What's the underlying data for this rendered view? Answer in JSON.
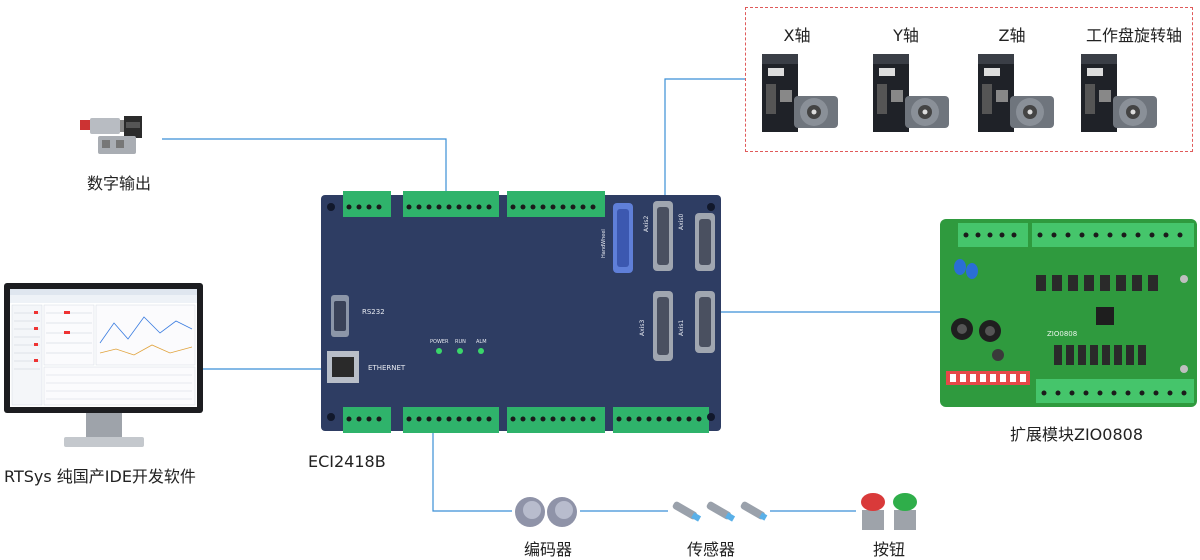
{
  "axes_group": {
    "x_label": "X轴",
    "y_label": "Y轴",
    "z_label": "Z轴",
    "rotary_label": "工作盘旋转轴"
  },
  "digital_output": {
    "label": "数字输出"
  },
  "software": {
    "label": "RTSys 纯国产IDE开发软件"
  },
  "controller": {
    "label": "ECI2418B",
    "rs232": "RS232",
    "ethernet": "ETHERNET",
    "led_power": "POWER",
    "led_run": "RUN",
    "led_alm": "ALM",
    "axis0": "Axis0",
    "axis1": "Axis1",
    "axis2": "Axis2",
    "axis3": "Axis3",
    "handwheel": "HandWheel"
  },
  "expansion": {
    "label": "扩展模块ZIO0808",
    "chip_text": "ZIO0808"
  },
  "encoder": {
    "label": "编码器"
  },
  "sensor": {
    "label": "传感器"
  },
  "button": {
    "label": "按钮"
  },
  "colors": {
    "line": "#3b8fd6",
    "board": "#2e3d63",
    "terminal": "#2fb36b",
    "pcb": "#2f9a3e",
    "dashed": "#e05a5a"
  }
}
